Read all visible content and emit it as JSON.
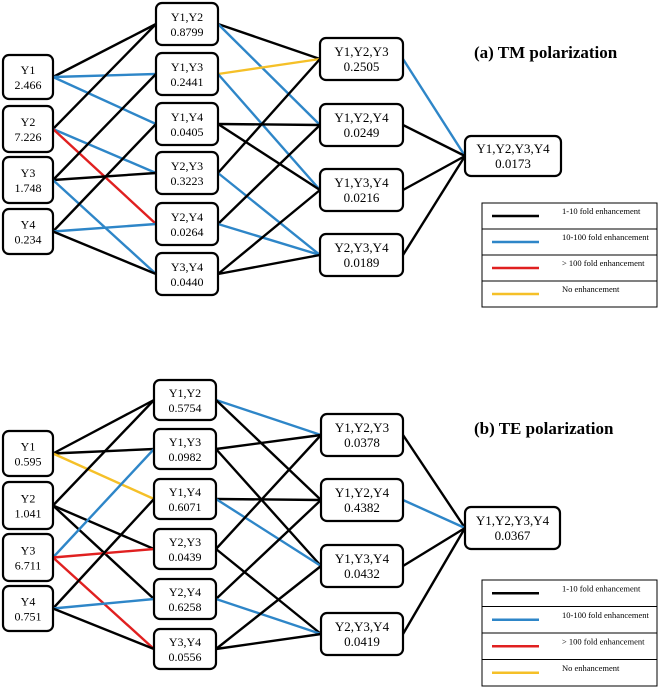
{
  "colors": {
    "black": "#000000",
    "blue": "#2E86C8",
    "red": "#E02020",
    "yellow": "#F5C028"
  },
  "legend": [
    {
      "key": "black",
      "label": "1-10 fold enhancement"
    },
    {
      "key": "blue",
      "label": "10-100 fold enhancement"
    },
    {
      "key": "red",
      "label": "> 100 fold enhancement"
    },
    {
      "key": "yellow",
      "label": "No enhancement"
    }
  ],
  "panels": [
    {
      "id": "tm",
      "title": "(a) TM polarization",
      "nodes": {
        "Y1": [
          "Y1",
          "2.466"
        ],
        "Y2": [
          "Y2",
          "7.226"
        ],
        "Y3": [
          "Y3",
          "1.748"
        ],
        "Y4": [
          "Y4",
          "0.234"
        ],
        "Y12": [
          "Y1,Y2",
          "0.8799"
        ],
        "Y13": [
          "Y1,Y3",
          "0.2441"
        ],
        "Y14": [
          "Y1,Y4",
          "0.0405"
        ],
        "Y23": [
          "Y2,Y3",
          "0.3223"
        ],
        "Y24": [
          "Y2,Y4",
          "0.0264"
        ],
        "Y34": [
          "Y3,Y4",
          "0.0440"
        ],
        "Y123": [
          "Y1,Y2,Y3",
          "0.2505"
        ],
        "Y124": [
          "Y1,Y2,Y4",
          "0.0249"
        ],
        "Y134": [
          "Y1,Y3,Y4",
          "0.0216"
        ],
        "Y234": [
          "Y2,Y3,Y4",
          "0.0189"
        ],
        "Y1234": [
          "Y1,Y2,Y3,Y4",
          "0.0173"
        ]
      },
      "edges": [
        [
          "Y1",
          "Y12",
          "black"
        ],
        [
          "Y1",
          "Y13",
          "blue"
        ],
        [
          "Y1",
          "Y14",
          "blue"
        ],
        [
          "Y2",
          "Y12",
          "black"
        ],
        [
          "Y2",
          "Y23",
          "blue"
        ],
        [
          "Y2",
          "Y24",
          "red"
        ],
        [
          "Y3",
          "Y13",
          "black"
        ],
        [
          "Y3",
          "Y23",
          "black"
        ],
        [
          "Y3",
          "Y34",
          "blue"
        ],
        [
          "Y4",
          "Y14",
          "black"
        ],
        [
          "Y4",
          "Y24",
          "blue"
        ],
        [
          "Y4",
          "Y34",
          "black"
        ],
        [
          "Y12",
          "Y123",
          "black"
        ],
        [
          "Y12",
          "Y124",
          "blue"
        ],
        [
          "Y13",
          "Y123",
          "yellow"
        ],
        [
          "Y13",
          "Y134",
          "blue"
        ],
        [
          "Y14",
          "Y124",
          "black"
        ],
        [
          "Y14",
          "Y134",
          "black"
        ],
        [
          "Y23",
          "Y123",
          "black"
        ],
        [
          "Y23",
          "Y234",
          "blue"
        ],
        [
          "Y24",
          "Y124",
          "black"
        ],
        [
          "Y24",
          "Y234",
          "blue"
        ],
        [
          "Y34",
          "Y134",
          "black"
        ],
        [
          "Y34",
          "Y234",
          "black"
        ],
        [
          "Y123",
          "Y1234",
          "blue"
        ],
        [
          "Y124",
          "Y1234",
          "black"
        ],
        [
          "Y134",
          "Y1234",
          "black"
        ],
        [
          "Y234",
          "Y1234",
          "black"
        ]
      ]
    },
    {
      "id": "te",
      "title": "(b) TE polarization",
      "nodes": {
        "Y1": [
          "Y1",
          "0.595"
        ],
        "Y2": [
          "Y2",
          "1.041"
        ],
        "Y3": [
          "Y3",
          "6.711"
        ],
        "Y4": [
          "Y4",
          "0.751"
        ],
        "Y12": [
          "Y1,Y2",
          "0.5754"
        ],
        "Y13": [
          "Y1,Y3",
          "0.0982"
        ],
        "Y14": [
          "Y1,Y4",
          "0.6071"
        ],
        "Y23": [
          "Y2,Y3",
          "0.0439"
        ],
        "Y24": [
          "Y2,Y4",
          "0.6258"
        ],
        "Y34": [
          "Y3,Y4",
          "0.0556"
        ],
        "Y123": [
          "Y1,Y2,Y3",
          "0.0378"
        ],
        "Y124": [
          "Y1,Y2,Y4",
          "0.4382"
        ],
        "Y134": [
          "Y1,Y3,Y4",
          "0.0432"
        ],
        "Y234": [
          "Y2,Y3,Y4",
          "0.0419"
        ],
        "Y1234": [
          "Y1,Y2,Y3,Y4",
          "0.0367"
        ]
      },
      "edges": [
        [
          "Y1",
          "Y12",
          "black"
        ],
        [
          "Y1",
          "Y13",
          "black"
        ],
        [
          "Y1",
          "Y14",
          "yellow"
        ],
        [
          "Y2",
          "Y12",
          "black"
        ],
        [
          "Y2",
          "Y23",
          "black"
        ],
        [
          "Y2",
          "Y24",
          "black"
        ],
        [
          "Y3",
          "Y13",
          "blue"
        ],
        [
          "Y3",
          "Y23",
          "red"
        ],
        [
          "Y3",
          "Y34",
          "red"
        ],
        [
          "Y4",
          "Y14",
          "black"
        ],
        [
          "Y4",
          "Y24",
          "blue"
        ],
        [
          "Y4",
          "Y34",
          "black"
        ],
        [
          "Y12",
          "Y123",
          "blue"
        ],
        [
          "Y12",
          "Y124",
          "black"
        ],
        [
          "Y13",
          "Y123",
          "black"
        ],
        [
          "Y13",
          "Y134",
          "black"
        ],
        [
          "Y14",
          "Y124",
          "black"
        ],
        [
          "Y14",
          "Y134",
          "blue"
        ],
        [
          "Y23",
          "Y123",
          "black"
        ],
        [
          "Y23",
          "Y234",
          "black"
        ],
        [
          "Y24",
          "Y124",
          "black"
        ],
        [
          "Y24",
          "Y234",
          "blue"
        ],
        [
          "Y34",
          "Y134",
          "black"
        ],
        [
          "Y34",
          "Y234",
          "black"
        ],
        [
          "Y123",
          "Y1234",
          "black"
        ],
        [
          "Y124",
          "Y1234",
          "blue"
        ],
        [
          "Y134",
          "Y1234",
          "black"
        ],
        [
          "Y234",
          "Y1234",
          "black"
        ]
      ]
    }
  ]
}
